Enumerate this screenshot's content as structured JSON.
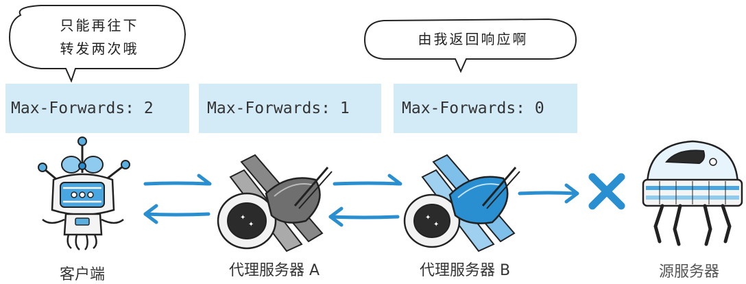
{
  "bubbles": {
    "left_line1": "只能再往下",
    "left_line2": "转发两次哦",
    "right": "由我返回响应啊"
  },
  "headers": {
    "client": "Max-Forwards: 2",
    "proxy_a": "Max-Forwards: 1",
    "proxy_b": "Max-Forwards: 0"
  },
  "labels": {
    "client": "客户端",
    "proxy_a": "代理服务器 A",
    "proxy_b": "代理服务器 B",
    "server": "源服务器"
  },
  "colors": {
    "arrow": "#2a8fd0",
    "header_bg": "#d3ebf7",
    "accent": "#2a8fd0"
  },
  "icons": {
    "client": "robot-client-icon",
    "proxy_a": "gray-satellite-icon",
    "proxy_b": "blue-satellite-icon",
    "server": "dome-server-icon",
    "blocked": "cross-icon"
  }
}
